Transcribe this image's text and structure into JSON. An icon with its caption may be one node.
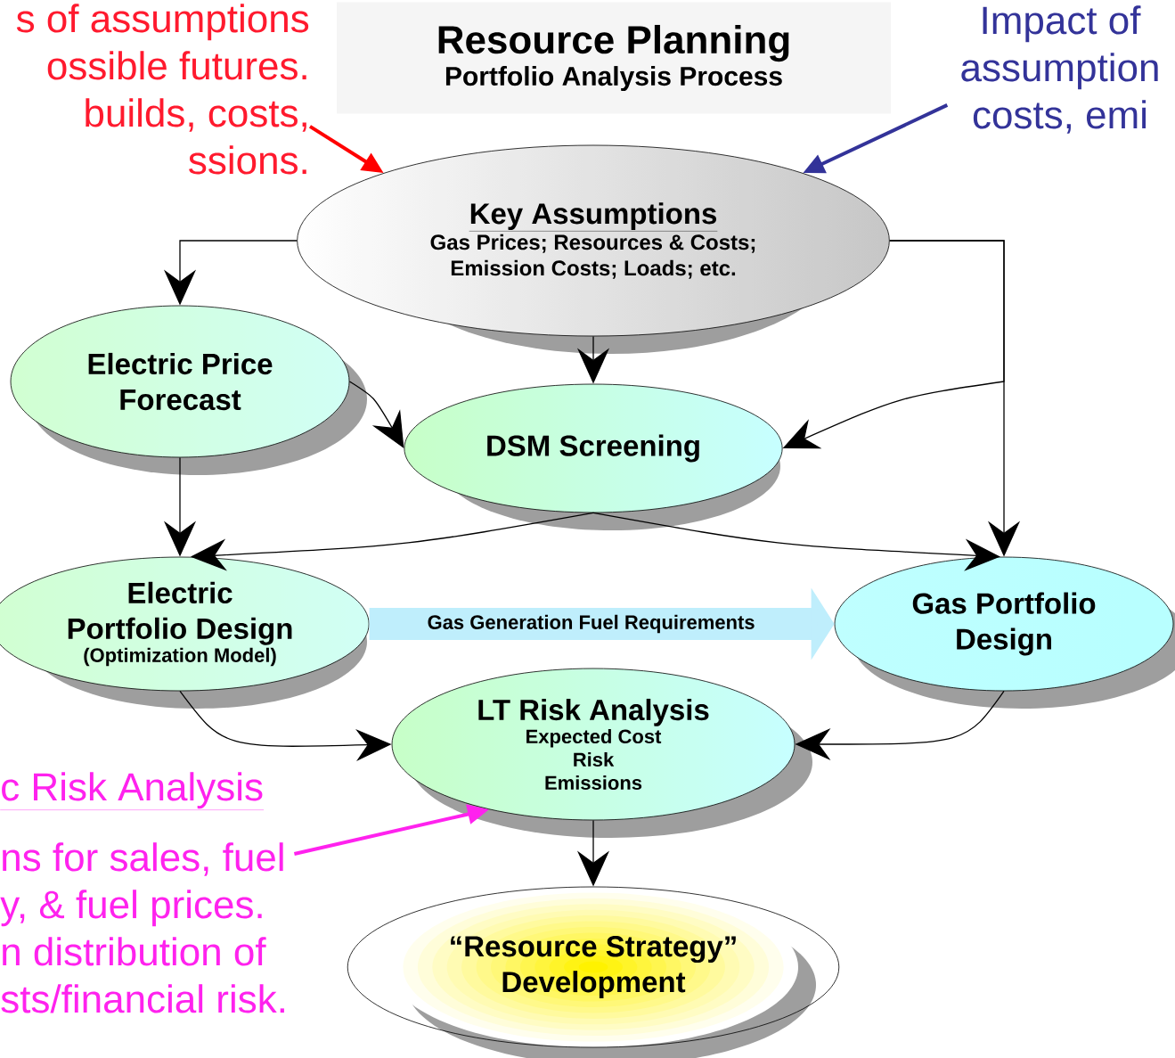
{
  "diagram": {
    "nodes": [
      {
        "text": [
          "Resource Planning",
          "Portfolio Analysis Process"
        ]
      },
      {
        "text": [
          "s of assumptions ossible futures. builds, costs, ssions."
        ]
      },
      {
        "text": [
          "Impact of assumption costs, emi"
        ]
      },
      {
        "text": [
          "Key Assumptions",
          "Gas Prices; Resources & Costs; Emission Costs; Loads; etc."
        ]
      },
      {
        "text": [
          "Electric Price Forecast"
        ]
      },
      {
        "text": [
          "DSM Screening"
        ]
      },
      {
        "text": [
          "Electric Portfolio Design",
          "(Optimization Model)"
        ]
      },
      {
        "text": [
          "Gas Portfolio Design"
        ]
      },
      {
        "text": [
          "LT Risk Analysis",
          "Expected Cost",
          "Risk",
          "Emissions"
        ]
      },
      {
        "text": [
          "“Resource Strategy” Development"
        ]
      },
      {
        "text": [
          "c Risk Analysis",
          "ns for sales, fuel y, & fuel prices. n distribution of sts/financial risk."
        ]
      }
    ],
    "edges": [
      {
        "from": 1,
        "to": 3,
        "arrow": "to",
        "style": "thick",
        "color": "#ff0000"
      },
      {
        "from": 2,
        "to": 3,
        "arrow": "to",
        "style": "thick",
        "color": "#333399"
      },
      {
        "from": 3,
        "to": 4,
        "arrow": "to"
      },
      {
        "from": 3,
        "to": 5,
        "arrow": "to"
      },
      {
        "from": 3,
        "to": 7,
        "arrow": "to"
      },
      {
        "from": 3,
        "to": 5,
        "arrow": "to"
      },
      {
        "from": 4,
        "to": 5,
        "arrow": "to"
      },
      {
        "from": 4,
        "to": 6,
        "arrow": "to"
      },
      {
        "from": 5,
        "to": 6,
        "arrow": "to"
      },
      {
        "from": 5,
        "to": 7,
        "arrow": "to"
      },
      {
        "from": 6,
        "to": 7,
        "arrow": "to",
        "label": "Gas Generation Fuel Requirements",
        "style": "thick",
        "color": "#bfeefc"
      },
      {
        "from": 6,
        "to": 8,
        "arrow": "to"
      },
      {
        "from": 7,
        "to": 8,
        "arrow": "to"
      },
      {
        "from": 8,
        "to": 9,
        "arrow": "to"
      },
      {
        "from": 10,
        "to": 8,
        "arrow": "to",
        "style": "thick",
        "color": "#ff22ee"
      }
    ]
  }
}
